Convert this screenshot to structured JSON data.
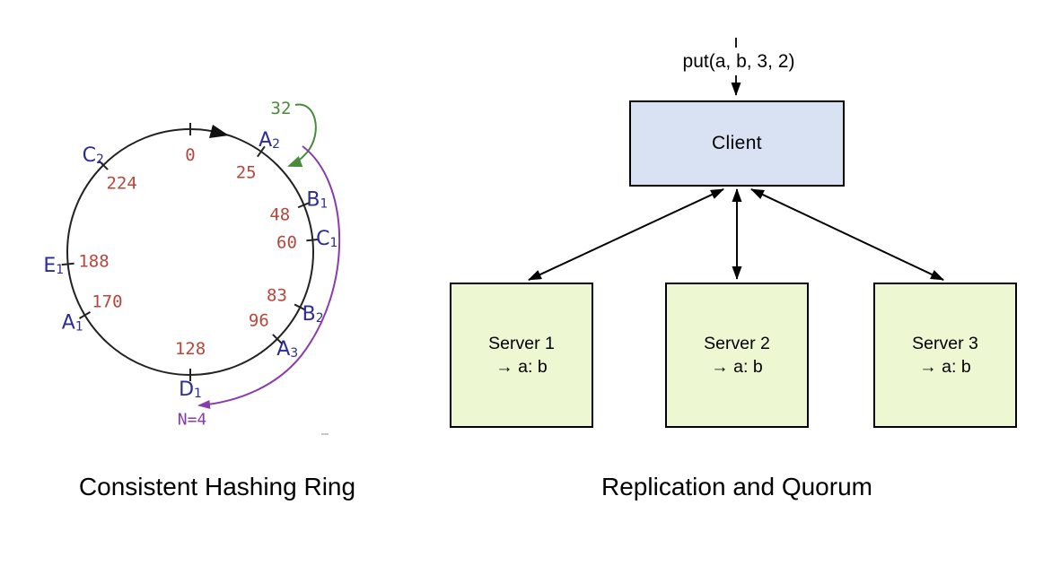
{
  "left_diagram": {
    "title": "Consistent Hashing Ring",
    "ring": {
      "modulus": 256,
      "positions": [
        {
          "value": 0
        },
        {
          "value": 25,
          "node": "A",
          "sub": "2"
        },
        {
          "value": 48,
          "node": "B",
          "sub": "1"
        },
        {
          "value": 60,
          "node": "C",
          "sub": "1"
        },
        {
          "value": 83,
          "node": "B",
          "sub": "2"
        },
        {
          "value": 96,
          "node": "A",
          "sub": "3"
        },
        {
          "value": 128,
          "node": "D",
          "sub": "1"
        },
        {
          "value": 170,
          "node": "A",
          "sub": "1"
        },
        {
          "value": 188,
          "node": "E",
          "sub": "1"
        },
        {
          "value": 224,
          "node": "C",
          "sub": "2"
        }
      ],
      "key_annotation": "32",
      "replication_annotation": "N=4"
    },
    "colors": {
      "number": "#b8463b",
      "node": "#2c2c94",
      "ring": "#222222",
      "key_arrow": "#478b3b",
      "replication_arrow": "#8a3ab0"
    }
  },
  "right_diagram": {
    "title": "Replication and Quorum",
    "operation_label": "put(a, b, 3, 2)",
    "client": {
      "label": "Client",
      "fill": "#d8e2f3"
    },
    "servers": [
      {
        "name": "Server 1",
        "entry": "→ a: b"
      },
      {
        "name": "Server 2",
        "entry": "→ a: b"
      },
      {
        "name": "Server 3",
        "entry": "→ a: b"
      }
    ],
    "server_fill": "#edf7d2",
    "arrow_color": "#000000"
  }
}
